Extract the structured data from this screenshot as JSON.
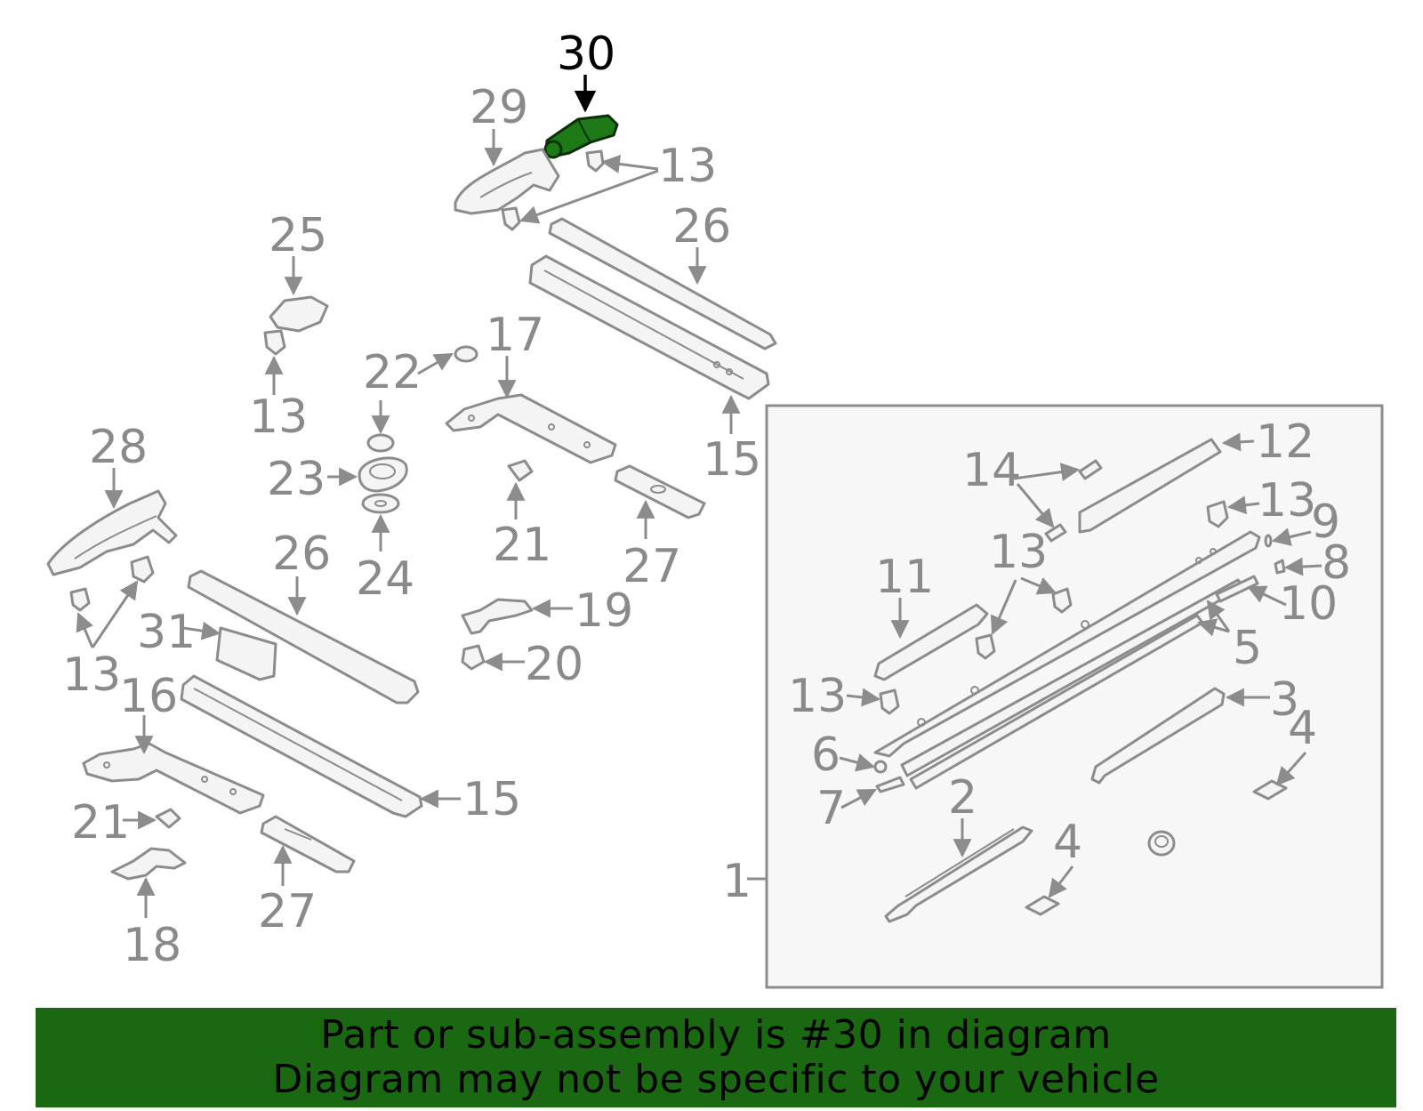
{
  "callouts": {
    "c30": "30",
    "c29": "29",
    "c13a": "13",
    "c26a": "26",
    "c25": "25",
    "c13b": "13",
    "c22": "22",
    "c17": "17",
    "c15a": "15",
    "c23": "23",
    "c24": "24",
    "c21a": "21",
    "c27a": "27",
    "c28": "28",
    "c26b": "26",
    "c31": "31",
    "c13c": "13",
    "c16": "16",
    "c19": "19",
    "c20": "20",
    "c15b": "15",
    "c21b": "21",
    "c18": "18",
    "c27b": "27",
    "c12": "12",
    "c14": "14",
    "c13d": "13",
    "c9": "9",
    "c8": "8",
    "c11": "11",
    "c13e": "13",
    "c10": "10",
    "c5": "5",
    "c13f": "13",
    "c3": "3",
    "c4a": "4",
    "c6": "6",
    "c7": "7",
    "c2": "2",
    "c4b": "4",
    "c1": "1"
  },
  "highlight_part": "30",
  "highlight_color": "#1e7a17",
  "banner": {
    "line1": "Part or sub-assembly is #30 in diagram",
    "line2": "Diagram may not be specific to your vehicle",
    "background": "#1a6912"
  }
}
